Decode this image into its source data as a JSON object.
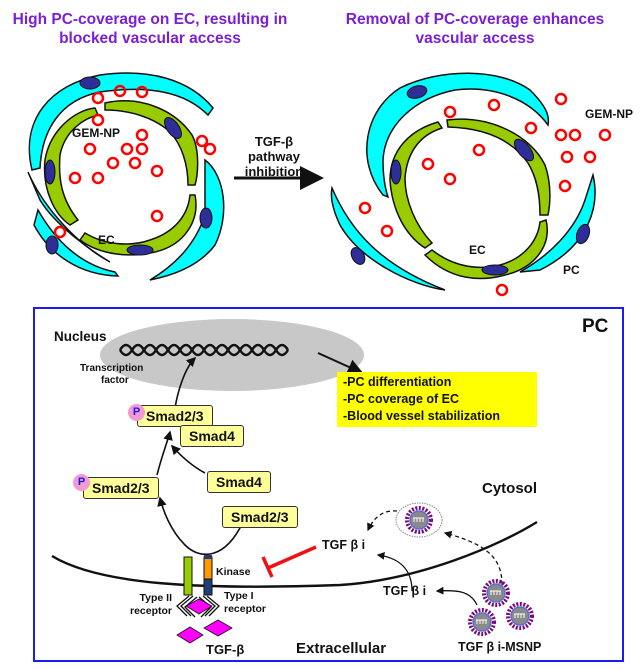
{
  "titles": {
    "left": "High PC-coverage on EC, resulting in blocked vascular access",
    "right": "Removal of PC-coverage enhances vascular access"
  },
  "left_vessel": {
    "labels": {
      "nanoparticle": "GEM-NP",
      "endothelial": "EC"
    }
  },
  "right_vessel": {
    "labels": {
      "nanoparticle": "GEM-NP",
      "endothelial": "EC",
      "pericyte": "PC"
    }
  },
  "transition_arrow": {
    "line1": "TGF-β",
    "line2": "pathway",
    "line3": "inhibition"
  },
  "pathway_panel": {
    "title": "PC",
    "nucleus_label": "Nucleus",
    "transcription_label_1": "Transcription",
    "transcription_label_2": "factor",
    "outcomes": [
      "-PC differentiation",
      "-PC coverage of EC",
      "-Blood vessel stabilization"
    ],
    "phospho_label": "P",
    "smad_complex_top": {
      "smad23": "Smad2/3",
      "smad4": "Smad4"
    },
    "smad_mid_left": "Smad2/3",
    "smad_mid_right": "Smad4",
    "smad_unphos": "Smad2/3",
    "kinase_label": "Kinase",
    "type2_receptor_1": "Type II",
    "type2_receptor_2": "receptor",
    "type1_receptor_1": "Type I",
    "type1_receptor_2": "receptor",
    "ligand_label": "TGF-β",
    "extracellular_label": "Extracellular",
    "cytosol_label": "Cytosol",
    "inhibitor_inside": "TGF β i",
    "inhibitor_released": "TGF β i",
    "nanoparticle_label": "TGF β i-MSNP"
  },
  "colors": {
    "title_purple": "#7a1fd6",
    "pericyte_cyan": "#00ffff",
    "endothelial_green": "#99cc00",
    "nucleus_navy": "#2e2e99",
    "nanoparticle_red": "#ff0000",
    "panel_border": "#1a1aff",
    "outcome_yellow": "#ffff00",
    "smad_fill": "#ffff99",
    "inhibit_red": "#ee1111",
    "ligand_magenta": "#ff00ff",
    "kinase_orange": "#ff9900",
    "receptor2_green": "#99cc00",
    "receptor_navy": "#1f3f7a",
    "msnp_purple": "#7a0a7a"
  }
}
